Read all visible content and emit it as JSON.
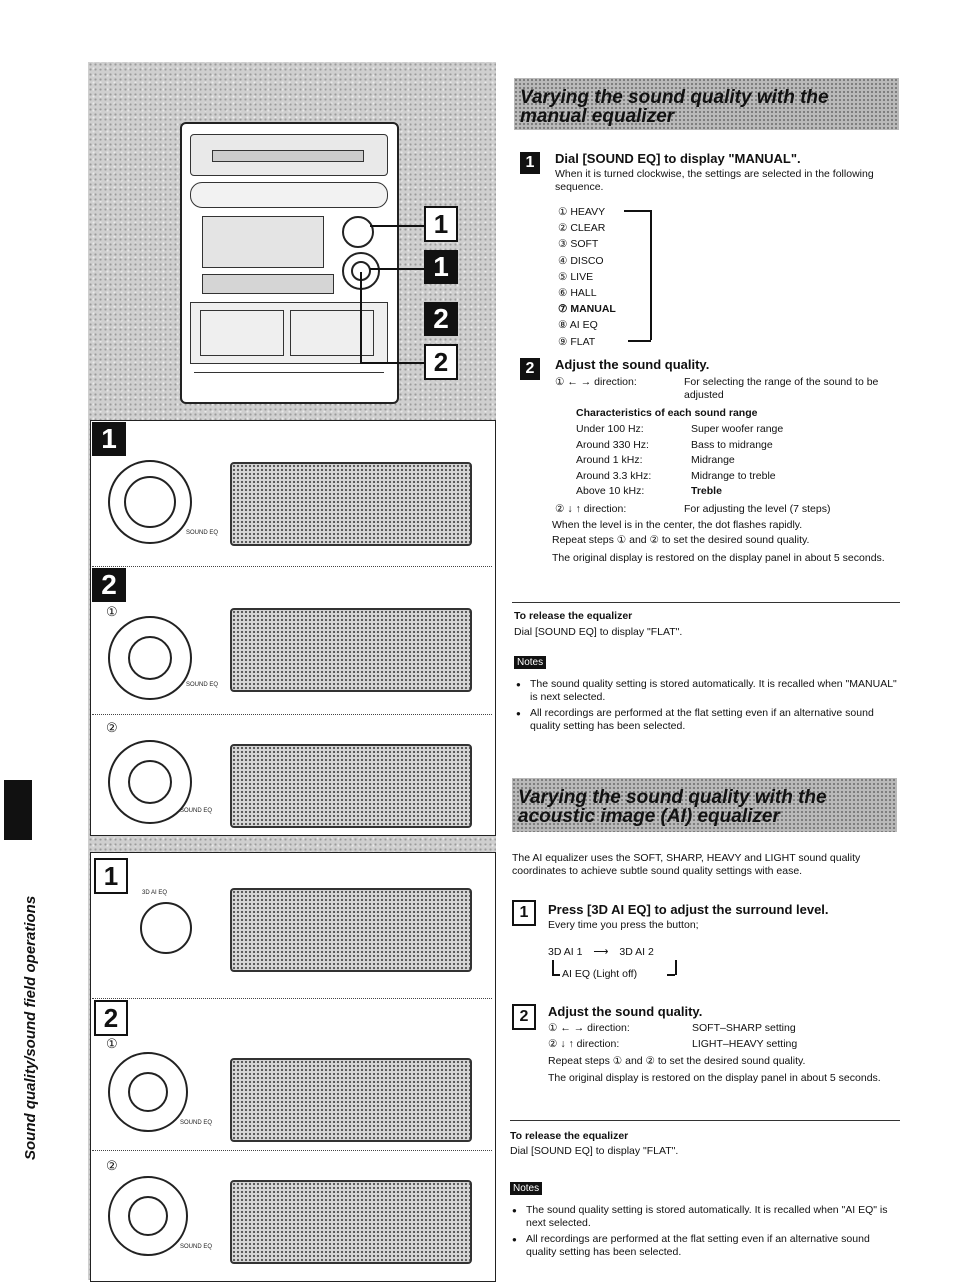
{
  "sidebar_label": "Sound quality/sound field operations",
  "left": {
    "badges": {
      "one": "1",
      "two": "2"
    },
    "button_labels": {
      "sound_eq": "SOUND EQ",
      "ai_eq": "3D AI EQ"
    },
    "circled": {
      "one": "①",
      "two": "②"
    }
  },
  "manual": {
    "title": "Varying the sound quality with the manual equalizer",
    "step1": {
      "num": "1",
      "heading": "Dial [SOUND EQ] to display \"MANUAL\".",
      "desc": "When it is turned clockwise, the settings are selected in the following sequence.",
      "sequence": [
        "① HEAVY",
        "② CLEAR",
        "③ SOFT",
        "④ DISCO",
        "⑤ LIVE",
        "⑥ HALL",
        "⑦ MANUAL",
        "⑧ AI EQ",
        "⑨ FLAT"
      ]
    },
    "step2": {
      "num": "2",
      "heading": "Adjust the sound quality.",
      "dir1_label": "①  ←  →  direction:",
      "dir1_desc": "For selecting the range of the sound to be adjusted",
      "char_heading": "Characteristics of each sound range",
      "ranges": [
        {
          "freq": "Under 100 Hz:",
          "desc": "Super woofer range"
        },
        {
          "freq": "Around 330 Hz:",
          "desc": "Bass to midrange"
        },
        {
          "freq": "Around 1 kHz:",
          "desc": "Midrange"
        },
        {
          "freq": "Around 3.3 kHz:",
          "desc": "Midrange to treble"
        },
        {
          "freq": "Above 10 kHz:",
          "desc": "Treble"
        }
      ],
      "dir2_label": "②  ↓  ↑ direction:",
      "dir2_desc": "For adjusting the level (7 steps)",
      "line1": "When the level is in the center, the dot flashes rapidly.",
      "line2": "Repeat steps ① and ② to set the desired sound quality.",
      "line3": "The original display is restored on the display panel in about 5 seconds."
    },
    "release_heading": "To release the equalizer",
    "release_text": "Dial [SOUND EQ] to display \"FLAT\".",
    "notes_label": "Notes",
    "notes": [
      "The sound quality setting is stored automatically. It is recalled when \"MANUAL\" is next selected.",
      "All recordings are performed at the flat setting even if an alternative sound quality setting has been selected."
    ]
  },
  "ai": {
    "title": "Varying the sound quality with the acoustic image (AI) equalizer",
    "intro": "The AI equalizer uses the SOFT, SHARP, HEAVY and LIGHT sound quality coordinates to achieve subtle sound quality settings with ease.",
    "step1": {
      "num": "1",
      "heading": "Press [3D AI EQ] to adjust the surround level.",
      "desc": "Every time you press the button;",
      "seq_a": "3D AI 1",
      "seq_arrow": "⟶",
      "seq_b": "3D AI 2",
      "seq_c": "AI EQ (Light off)"
    },
    "step2": {
      "num": "2",
      "heading": "Adjust the sound quality.",
      "dir1_label": "①  ←  →  direction:",
      "dir1_desc": "SOFT–SHARP setting",
      "dir2_label": "②  ↓  ↑ direction:",
      "dir2_desc": "LIGHT–HEAVY setting",
      "line1": "Repeat steps ① and ② to set the desired sound quality.",
      "line2": "The original display is restored on the display panel in about 5 seconds."
    },
    "release_heading": "To release the equalizer",
    "release_text": "Dial [SOUND EQ] to display \"FLAT\".",
    "notes_label": "Notes",
    "notes": [
      "The sound quality setting is stored automatically. It is recalled when \"AI EQ\" is next selected.",
      "All recordings are performed at the flat setting even if an alternative sound quality setting has been selected."
    ]
  }
}
